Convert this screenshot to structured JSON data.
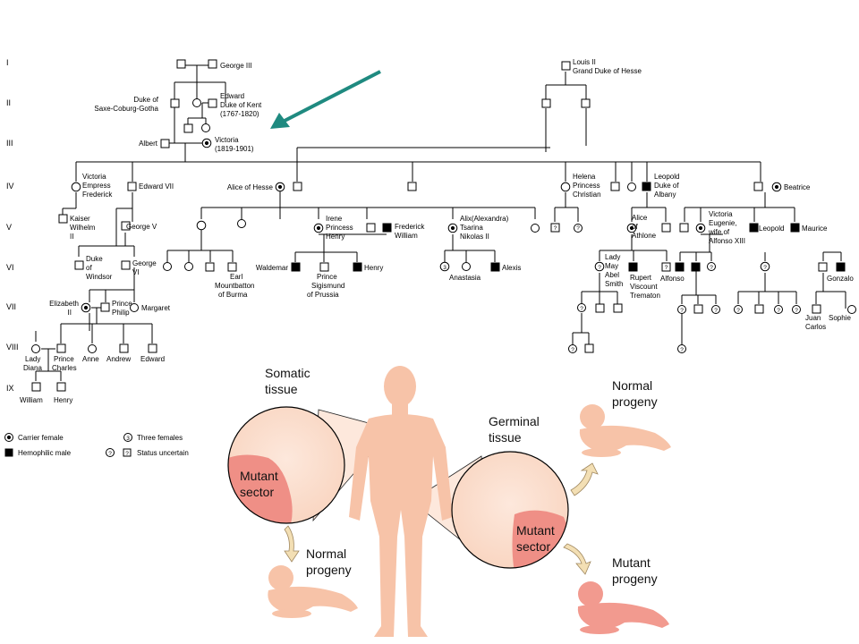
{
  "generations": [
    "I",
    "II",
    "III",
    "IV",
    "V",
    "VI",
    "VII",
    "VIII",
    "IX"
  ],
  "legend": {
    "carrier_female": "Carrier female",
    "hemophilic_male": "Hemophilic male",
    "three_females": "Three females",
    "status_uncertain": "Status uncertain",
    "three_symbol": "3",
    "question_symbol": "?"
  },
  "people": {
    "george3": "George III",
    "duke_saxe": [
      "Duke of",
      "Saxe-Coburg-Gotha"
    ],
    "edward_kent": [
      "Edward",
      "Duke of Kent",
      "(1767-1820)"
    ],
    "albert": "Albert",
    "victoria": [
      "Victoria",
      "(1819-1901)"
    ],
    "louis": [
      "Louis II",
      "Grand Duke of Hesse"
    ],
    "victoria_empress": [
      "Victoria",
      "Empress",
      "Frederick"
    ],
    "edward7": "Edward VII",
    "alice_hesse": "Alice of Hesse",
    "helena": [
      "Helena",
      "Princess",
      "Christian"
    ],
    "leopold_albany": [
      "Leopold",
      "Duke of",
      "Albany"
    ],
    "beatrice": "Beatrice",
    "kaiser": [
      "Kaiser",
      "Wilhelm",
      "II"
    ],
    "george5": "George V",
    "irene": [
      "Irene",
      "Princess",
      "Henry"
    ],
    "frederick_william": [
      "Frederick",
      "William"
    ],
    "alix": [
      "Alix(Alexandra)",
      "Tsarina",
      "Nikolas II"
    ],
    "alice_athlone": [
      "Alice",
      "of",
      "Athlone"
    ],
    "victoria_eugenie": [
      "Victoria",
      "Eugenie,",
      "wife of",
      "Alfonso XIII"
    ],
    "leopold": "Leopold",
    "maurice": "Maurice",
    "duke_windsor": [
      "Duke",
      "of",
      "Windsor"
    ],
    "george6": [
      "George",
      "VI"
    ],
    "earl": [
      "Earl",
      "Mountbatton",
      "of Burma"
    ],
    "waldemar": "Waldemar",
    "prince_sig": [
      "Prince",
      "Sigismund",
      "of Prussia"
    ],
    "henry6": "Henry",
    "anastasia": "Anastasia",
    "alexis": "Alexis",
    "lady_may": [
      "Lady",
      "May",
      "Abel",
      "Smith"
    ],
    "rupert": [
      "Rupert",
      "Viscount",
      "Trematon"
    ],
    "alfonso": "Alfonso",
    "gonzalo": "Gonzalo",
    "elizabeth": [
      "Elizabeth",
      "II"
    ],
    "philip": [
      "Prince",
      "Philip"
    ],
    "margaret": "Margaret",
    "juan_carlos": [
      "Juan",
      "Carlos"
    ],
    "sophie": "Sophie",
    "lady_diana": [
      "Lady",
      "Diana"
    ],
    "prince_charles": [
      "Prince",
      "Charles"
    ],
    "anne": "Anne",
    "andrew": "Andrew",
    "edward8": "Edward",
    "william": "William",
    "henry9": "Henry"
  },
  "illustration": {
    "somatic_tissue": [
      "Somatic",
      "tissue"
    ],
    "germinal_tissue": [
      "Germinal",
      "tissue"
    ],
    "mutant_sector": [
      "Mutant",
      "sector"
    ],
    "normal_progeny": [
      "Normal",
      "progeny"
    ],
    "mutant_progeny": [
      "Mutant",
      "progeny"
    ]
  },
  "colors": {
    "arrow": "#1f8a80",
    "skin": "#f7c3a8",
    "mutant": "#ef8f86",
    "line": "#000000",
    "tan_arrow": "#f3dfb4"
  }
}
